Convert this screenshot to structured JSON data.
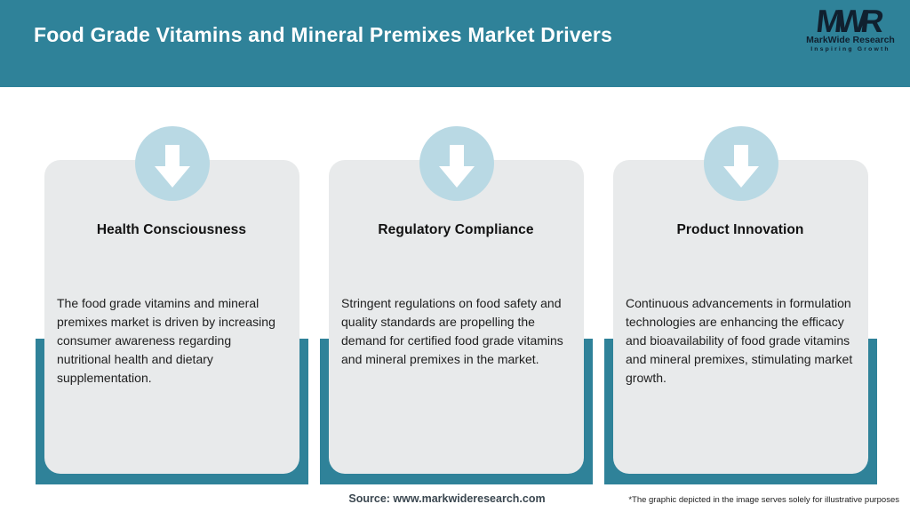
{
  "header": {
    "title": "Food Grade Vitamins and Mineral Premixes Market Drivers",
    "logo": {
      "monogram": "MWR",
      "name": "MarkWide Research",
      "tagline": "Inspiring Growth"
    }
  },
  "cards": [
    {
      "icon": "arrow-down-icon",
      "title": "Health Consciousness",
      "body": "The food grade vitamins and mineral premixes market is driven by increasing consumer awareness regarding nutritional health and dietary supplementation."
    },
    {
      "icon": "arrow-down-icon",
      "title": "Regulatory Compliance",
      "body": "Stringent regulations on food safety and quality standards are propelling the demand for certified food grade vitamins and mineral premixes in the market."
    },
    {
      "icon": "arrow-down-icon",
      "title": "Product Innovation",
      "body": "Continuous advancements in formulation technologies are enhancing the efficacy and bioavailability of food grade vitamins and mineral premixes, stimulating market growth."
    }
  ],
  "footer": {
    "source": "Source: www.markwideresearch.com",
    "disclaimer": "*The graphic depicted in the image serves solely for illustrative purposes"
  },
  "colors": {
    "teal": "#2F8299",
    "pale_blue": "#B9D9E4",
    "card_bg": "#E8EAEB",
    "text_dark": "#1E1E1E",
    "logo_dark": "#10202F",
    "source_text": "#3B4750"
  }
}
